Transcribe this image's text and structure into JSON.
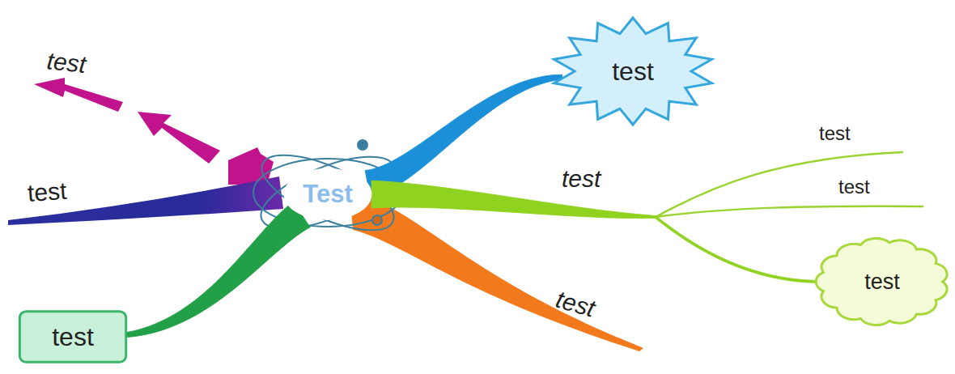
{
  "diagram": {
    "nodes": [
      {
        "text": [
          "Test"
        ]
      },
      {
        "text": [
          "test"
        ]
      },
      {
        "text": [
          "test"
        ]
      },
      {
        "text": [
          "test"
        ]
      }
    ],
    "edges": [
      {
        "from": 0,
        "to": 1,
        "arrow": "none"
      },
      {
        "from": 0,
        "to": 2,
        "label": "test",
        "arrow": "none"
      },
      {
        "from": 0,
        "to": 3,
        "arrow": "none"
      }
    ],
    "labels": [
      "test",
      "test",
      "test",
      "test",
      "test"
    ]
  }
}
